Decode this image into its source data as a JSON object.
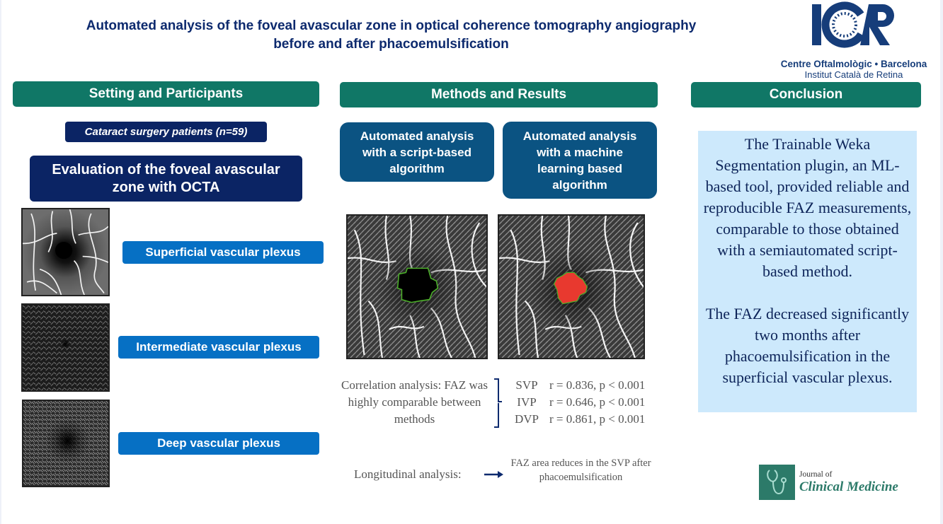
{
  "title": {
    "line1": "Automated analysis of the foveal avascular zone in optical coherence tomography angiography",
    "line2": "before and after phacoemulsification"
  },
  "logo": {
    "mark": "ICR",
    "line1": "Centre Oftalmològic • Barcelona",
    "line2": "Institut Català de Retina"
  },
  "sections": {
    "setting": {
      "header": "Setting and Participants",
      "patients": "Cataract surgery patients (n=59)",
      "evaluation": "Evaluation of the foveal avascular zone with OCTA",
      "plexuses": [
        {
          "label": "Superficial vascular plexus",
          "image": "svp-octa-image"
        },
        {
          "label": "Intermediate vascular plexus",
          "image": "ivp-octa-image"
        },
        {
          "label": "Deep vascular plexus",
          "image": "dvp-octa-image"
        }
      ]
    },
    "methods": {
      "header": "Methods and Results",
      "method1": "Automated analysis with a script-based algorithm",
      "method2": "Automated analysis with a machine learning based algorithm",
      "correlation": {
        "label": "Correlation analysis: FAZ was highly comparable between methods",
        "rows": [
          {
            "plexus": "SVP",
            "stat": "r = 0.836, p < 0.001"
          },
          {
            "plexus": "IVP",
            "stat": "r = 0.646, p < 0.001"
          },
          {
            "plexus": "DVP",
            "stat": "r = 0.861, p < 0.001"
          }
        ]
      },
      "longitudinal": {
        "label": "Longitudinal analysis:",
        "result": "FAZ area reduces in the SVP after phacoemulsification"
      }
    },
    "conclusion": {
      "header": "Conclusion",
      "paragraphs": [
        "The Trainable Weka Segmentation plugin, an ML-based tool, provided reliable and reproducible FAZ measurements, comparable to those obtained with a semiautomated script-based method.",
        "The FAZ decreased significantly two months after phacoemulsification in the superficial vascular plexus."
      ]
    }
  },
  "journal": {
    "top": "Journal of",
    "bottom": "Clinical Medicine",
    "icon": "stethoscope-icon"
  },
  "colors": {
    "section_header": "#107766",
    "navy": "#0b2464",
    "plexus_blue": "#0670c4",
    "method_blue": "#0b5382",
    "conclusion_bg": "#cde9fc",
    "faz_outline": "#4caf2a",
    "faz_fill": "#e8392f"
  }
}
